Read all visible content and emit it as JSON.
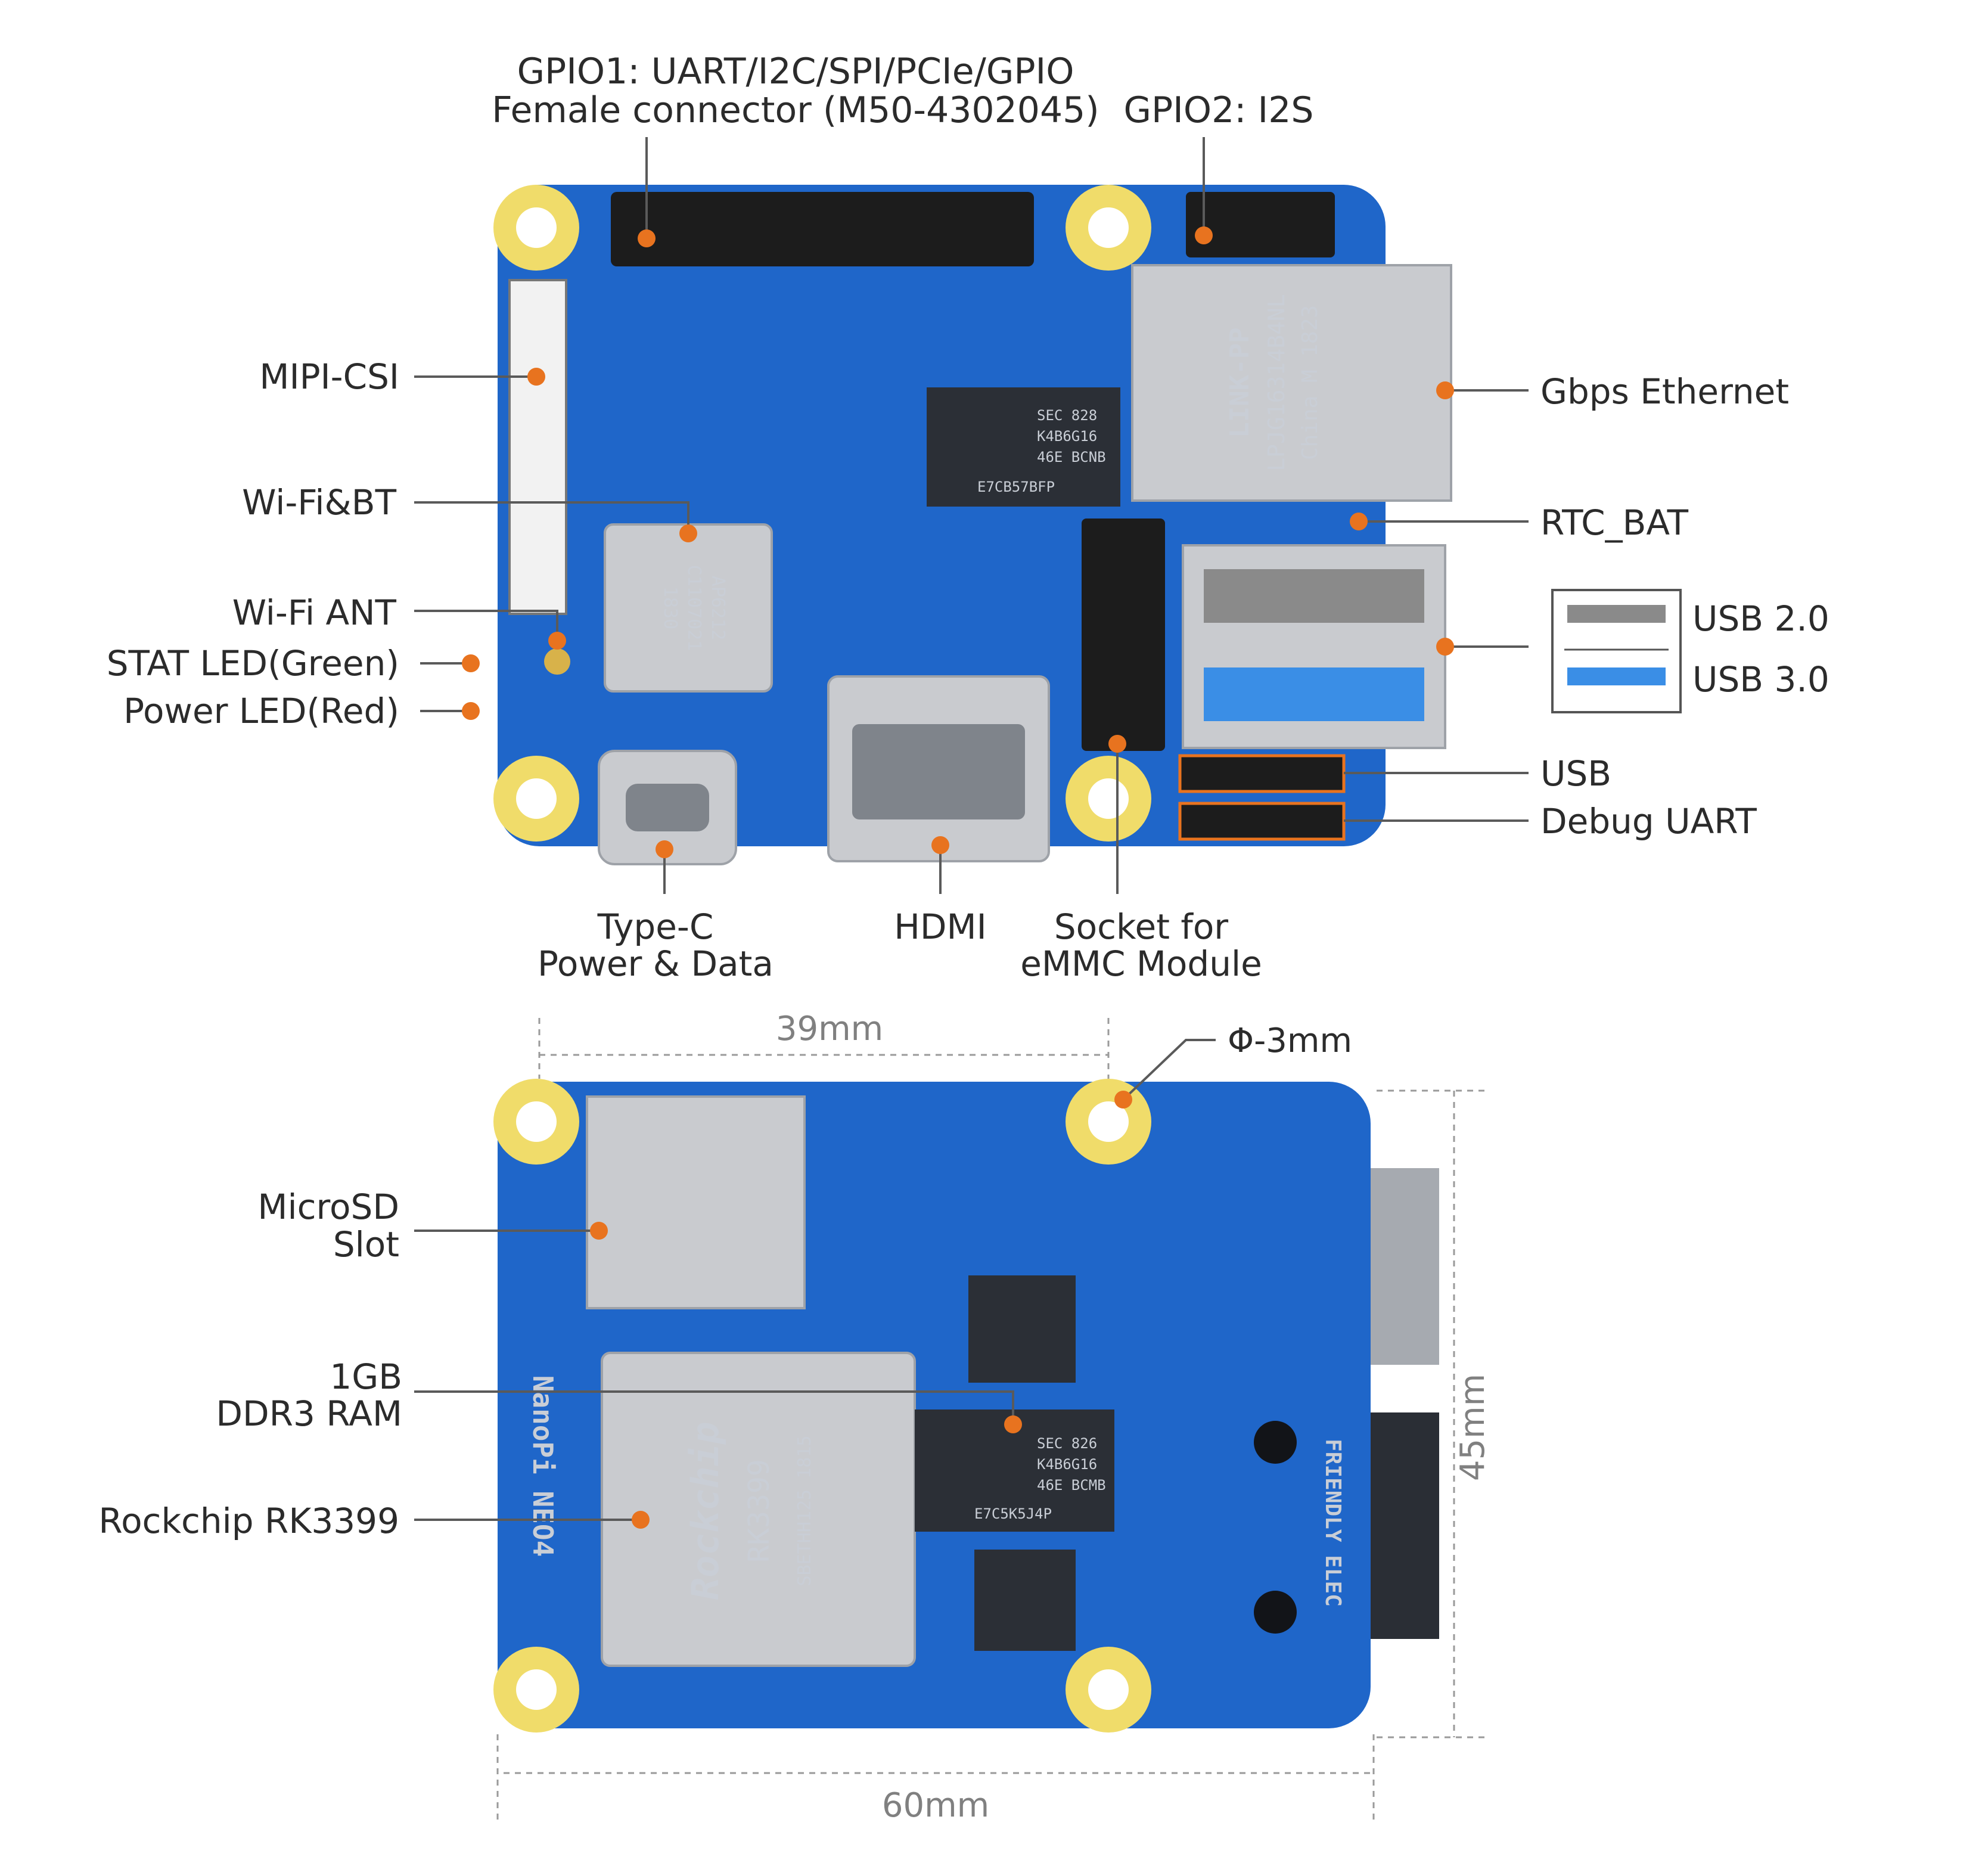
{
  "top_view": {
    "labels": {
      "gpio1_line1": "GPIO1: UART/I2C/SPI/PCIe/GPIO",
      "gpio1_line2": "Female connector (M50-4302045)",
      "gpio2": "GPIO2: I2S",
      "mipi_csi": "MIPI-CSI",
      "wifi_bt": "Wi-Fi&BT",
      "wifi_ant": "Wi-Fi ANT",
      "stat_led": "STAT LED(Green)",
      "power_led": "Power LED(Red)",
      "gbps_ethernet": "Gbps Ethernet",
      "rtc_bat": "RTC_BAT",
      "usb": "USB",
      "debug_uart": "Debug UART",
      "typec_line1": "Type-C",
      "typec_line2": "Power & Data",
      "hdmi": "HDMI",
      "emmc_line1": "Socket for",
      "emmc_line2": "eMMC Module"
    },
    "legend": {
      "usb2": "USB 2.0",
      "usb3": "USB 3.0",
      "usb2_color": "#8a8a8a",
      "usb3_color": "#3a8ee6"
    },
    "chip_text": {
      "eth_line1": "LINK-PP",
      "eth_line2": "LPJG16314B4NL",
      "eth_line3": "China M 1823",
      "wifi_line1": "AP6212",
      "wifi_line2": "C1107021",
      "wifi_line3": "1830",
      "ram_line1": "SEC 828",
      "ram_line2": "K4B6G16",
      "ram_line3": "46E BCNB",
      "ram_line4": "E7CB57BFP"
    }
  },
  "bottom_view": {
    "labels": {
      "microsd_line1": "MicroSD",
      "microsd_line2": "Slot",
      "ram_line1": "1GB",
      "ram_line2": "DDR3 RAM",
      "soc": "Rockchip RK3399"
    },
    "dimensions": {
      "width": "39mm",
      "hole": "Φ-3mm",
      "height": "45mm",
      "length": "60mm"
    },
    "chip_text": {
      "soc_brand": "Rockchip",
      "soc_model": "RK3399",
      "soc_code": "SBETHH125 1815",
      "ram_line1": "SEC 826",
      "ram_line2": "K4B6G16",
      "ram_line3": "46E BCMB",
      "ram_line4": "E7C5K5J4P",
      "board_name": "NanoPi NEO4",
      "maker": "FRIENDLY ELEC"
    }
  },
  "colors": {
    "pcb": "#1f66c9",
    "accent": "#e8731f",
    "mount_ring": "#f0dc6a"
  }
}
